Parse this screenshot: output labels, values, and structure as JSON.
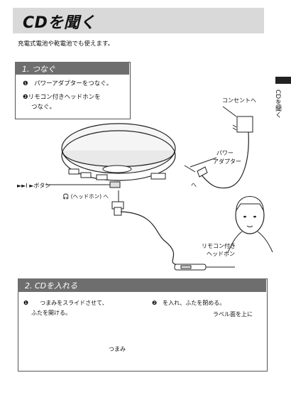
{
  "title": "CDを聞く",
  "intro": "充電式電池や乾電池でも使えます。",
  "side_label": "CDを聞く",
  "step1": {
    "head": "1. つなぐ",
    "item1": "❶　パワーアダプターをつなぐ。",
    "item2a": "❷リモコン付きヘッドホンを",
    "item2b": "つなぐ。"
  },
  "callouts": {
    "outlet": "コンセントへ",
    "power_adapter_1": "パワー",
    "power_adapter_2": "アダプター",
    "to": "へ",
    "button": "►►I ►ボタン",
    "headphone": "🎧 (ヘッドホン) へ",
    "remote_1": "リモコン付き",
    "remote_2": "ヘッドホン"
  },
  "step2": {
    "head": "2. CDを入れる",
    "item1": "❶　　つまみをスライドさせて、",
    "item1b": "ふたを開ける。",
    "item2": "❷　を入れ、ふたを閉める。",
    "knob": "つまみ",
    "label_up": "ラベル面を上に"
  }
}
